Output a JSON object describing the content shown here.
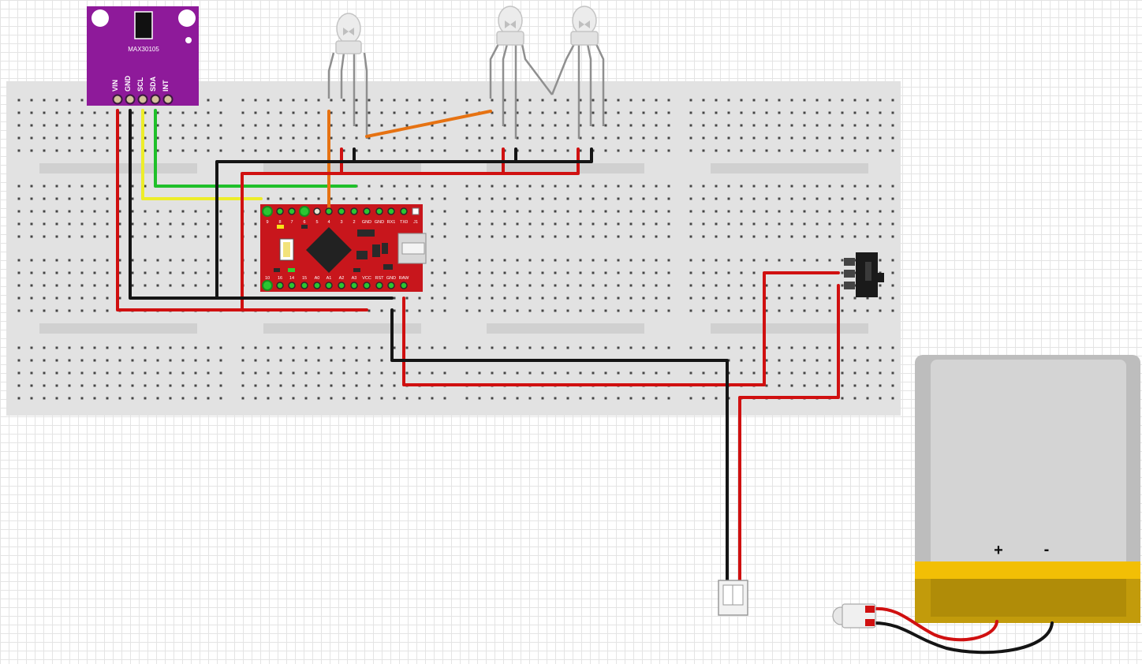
{
  "sensor": {
    "name": "MAX30105",
    "pins": [
      "VIN",
      "GND",
      "SCL",
      "SDA",
      "INT"
    ]
  },
  "arduino": {
    "top_pins": [
      "9",
      "8",
      "7",
      "6",
      "5",
      "4",
      "3",
      "2",
      "GND",
      "GND",
      "RX1",
      "TX0"
    ],
    "top_extra": "J1",
    "bottom_pins": [
      "10",
      "16",
      "14",
      "15",
      "A0",
      "A1",
      "A2",
      "A3",
      "VCC",
      "RST",
      "GND",
      "RAW"
    ]
  },
  "battery": {
    "plus_label": "+",
    "minus_label": "-"
  },
  "colors": {
    "breadboard": "#e2e2e2",
    "sensor_board": "#8e1a9a",
    "arduino_board": "#c8161c",
    "battery_band": "#f2bf05",
    "wire_red": "#d01010",
    "wire_black": "#141414",
    "wire_green": "#1fc02a",
    "wire_yellow": "#eded2a",
    "wire_orange": "#e67212"
  }
}
